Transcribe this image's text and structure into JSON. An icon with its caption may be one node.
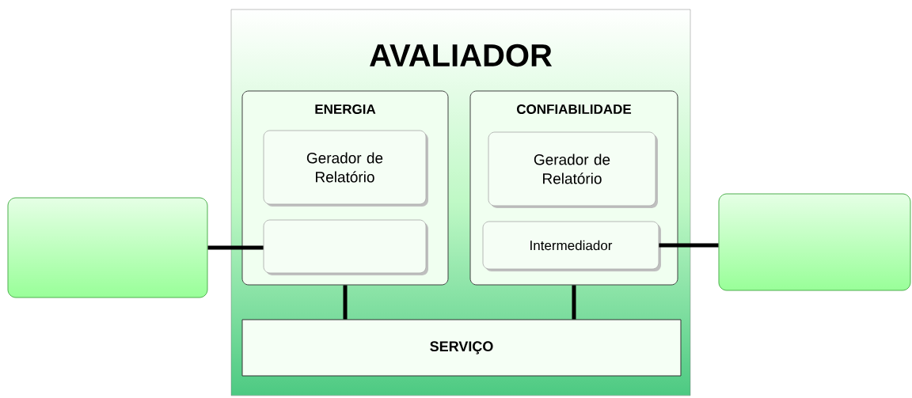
{
  "diagram": {
    "nodes": [
      {
        "text": [
          "AVALIADOR"
        ]
      },
      {
        "text": [
          "ENERGIA"
        ],
        "in": 0
      },
      {
        "text": [
          "Gerador de Relatório"
        ],
        "in": 1
      },
      {
        "text": [],
        "shape": "box",
        "in": 1
      },
      {
        "text": [
          "CONFIABILIDADE"
        ],
        "in": 0
      },
      {
        "text": [
          "Gerador de Relatório"
        ],
        "in": 4
      },
      {
        "text": [
          "Intermediador"
        ],
        "in": 4
      },
      {
        "text": [
          "SERVIÇO"
        ],
        "in": 0
      },
      {
        "text": [],
        "shape": "box"
      },
      {
        "text": [],
        "shape": "box"
      }
    ],
    "edges": [
      {
        "from": 8,
        "to": 3,
        "arrow": "none"
      },
      {
        "from": 6,
        "to": 9,
        "arrow": "none"
      },
      {
        "from": 1,
        "to": 7,
        "arrow": "none"
      },
      {
        "from": 4,
        "to": 7,
        "arrow": "none"
      }
    ]
  }
}
